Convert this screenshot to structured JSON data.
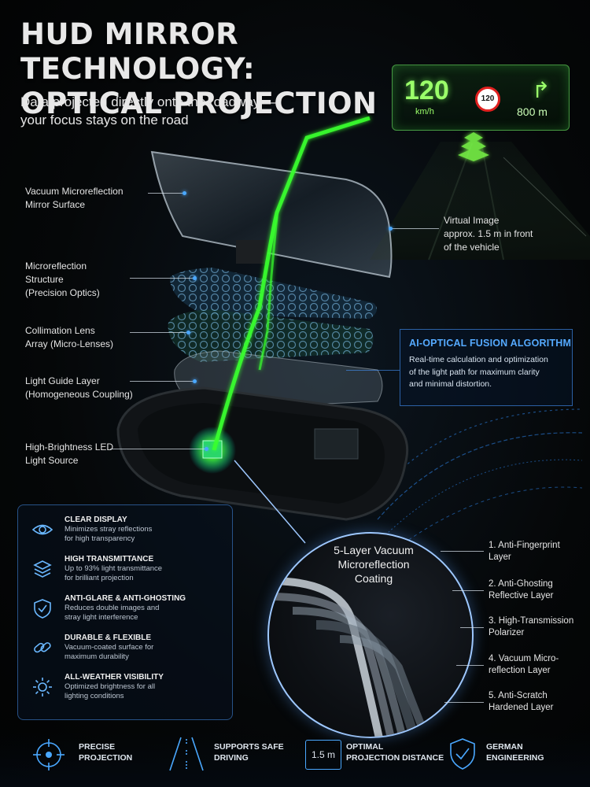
{
  "title": {
    "line1": "HUD MIRROR TECHNOLOGY:",
    "line2": "OPTICAL PROJECTION"
  },
  "subtitle": {
    "line1": "Data projected directly onto the roadway —",
    "line2": "your focus stays on the road"
  },
  "hud": {
    "speed": "120",
    "speed_unit": "km/h",
    "limit": "120",
    "turn_icon": "turn-right-arrow-icon",
    "distance": "800 m"
  },
  "labels": {
    "mirror": {
      "line1": "Vacuum Microreflection",
      "line2": "Mirror Surface"
    },
    "virtual": {
      "line1": "Virtual Image",
      "line2": "approx. 1.5 m in front",
      "line3": "of the vehicle"
    },
    "micro": {
      "line1": "Microreflection",
      "line2": "Structure",
      "line3": "(Precision Optics)"
    },
    "lens": {
      "line1": "Collimation Lens",
      "line2": "Array (Micro-Lenses)"
    },
    "guide": {
      "line1": "Light Guide Layer",
      "line2": "(Homogeneous Coupling)"
    },
    "led": {
      "line1": "High-Brightness LED",
      "line2": "Light Source"
    }
  },
  "ai": {
    "title": "AI-OPTICAL FUSION ALGORITHM",
    "line1": "Real-time calculation and optimization",
    "line2": "of the light path for maximum clarity",
    "line3": "and minimal distortion."
  },
  "features": [
    {
      "icon": "eye-icon",
      "title": "CLEAR DISPLAY",
      "d1": "Minimizes stray reflections",
      "d2": "for high transparency"
    },
    {
      "icon": "layers-icon",
      "title": "HIGH TRANSMITTANCE",
      "d1": "Up to 93% light transmittance",
      "d2": "for brilliant projection"
    },
    {
      "icon": "shield-check-icon",
      "title": "ANTI-GLARE & ANTI-GHOSTING",
      "d1": "Reduces double images and",
      "d2": "stray light interference"
    },
    {
      "icon": "chain-link-icon",
      "title": "DURABLE & FLEXIBLE",
      "d1": "Vacuum-coated surface for",
      "d2": "maximum durability"
    },
    {
      "icon": "sun-icon",
      "title": "ALL-WEATHER VISIBILITY",
      "d1": "Optimized brightness for all",
      "d2": "lighting conditions"
    }
  ],
  "coating": {
    "line1": "5-Layer Vacuum",
    "line2": "Microreflection",
    "line3": "Coating"
  },
  "layers": [
    {
      "l1": "1. Anti-Fingerprint",
      "l2": "Layer"
    },
    {
      "l1": "2. Anti-Ghosting",
      "l2": "Reflective Layer"
    },
    {
      "l1": "3. High-Transmission",
      "l2": "Polarizer"
    },
    {
      "l1": "4. Vacuum Micro-",
      "l2": "reflection Layer"
    },
    {
      "l1": "5. Anti-Scratch",
      "l2": "Hardened Layer"
    }
  ],
  "bottom": [
    {
      "icon": "crosshair-icon",
      "l1": "PRECISE",
      "l2": "PROJECTION"
    },
    {
      "icon": "road-icon",
      "l1": "SUPPORTS SAFE",
      "l2": "DRIVING"
    },
    {
      "icon": "distance-icon",
      "badge": "1.5 m",
      "l1": "OPTIMAL",
      "l2": "PROJECTION DISTANCE"
    },
    {
      "icon": "shield-check-icon",
      "l1": "GERMAN",
      "l2": "ENGINEERING"
    }
  ],
  "colors": {
    "hud_green": "#9bff6a",
    "accent_blue": "#4aa8ff",
    "beam_green": "#39ff2e"
  }
}
